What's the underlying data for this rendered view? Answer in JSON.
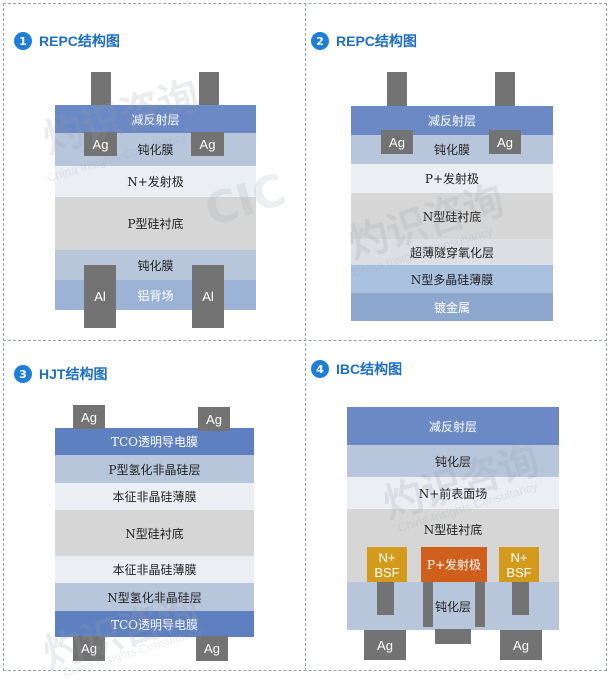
{
  "panels": [
    {
      "number": "1",
      "title": "REPC结构图",
      "layers": [
        "减反射层",
        "钝化膜",
        "N+发射极",
        "P型硅衬底",
        "钝化膜",
        "铝背场"
      ],
      "contacts": [
        "Ag",
        "Ag",
        "Al",
        "Al"
      ]
    },
    {
      "number": "2",
      "title": "REPC结构图",
      "layers": [
        "减反射层",
        "钝化膜",
        "P+发射极",
        "N型硅衬底",
        "超薄隧穿氧化层",
        "N型多晶硅薄膜",
        "镀金属"
      ],
      "contacts": [
        "Ag",
        "Ag"
      ]
    },
    {
      "number": "3",
      "title": "HJT结构图",
      "layers": [
        "TCO透明导电膜",
        "P型氢化非晶硅层",
        "本征非晶硅薄膜",
        "N型硅衬底",
        "本征非晶硅薄膜",
        "N型氢化非晶硅层",
        "TCO透明导电膜"
      ],
      "contacts": [
        "Ag",
        "Ag",
        "Ag",
        "Ag"
      ]
    },
    {
      "number": "4",
      "title": "IBC结构图",
      "layers": [
        "减反射层",
        "钝化层",
        "N+前表面场",
        "N型硅衬底",
        "钝化层"
      ],
      "doped_regions": [
        {
          "label_line1": "N+",
          "label_line2": "BSF"
        },
        {
          "label_line1": "P+发射极"
        },
        {
          "label_line1": "N+",
          "label_line2": "BSF"
        }
      ],
      "contacts": [
        "Ag",
        "Ag"
      ]
    }
  ],
  "watermark": {
    "text_cn": "灼识咨询",
    "text_en": "China Insights Consultancy",
    "logo": "CIC"
  },
  "colors": {
    "accent_blue": "#1f7fd6",
    "arc_blue": "#6b89c4",
    "passivation": "#b8c6dc",
    "emitter_light": "#ebeef3",
    "substrate_gray": "#d6d6d6",
    "poly_blue": "#a9c0df",
    "metal_gray": "#737373",
    "bsf_orange": "#d49a1c",
    "emitter_orange": "#cf5f1b"
  }
}
